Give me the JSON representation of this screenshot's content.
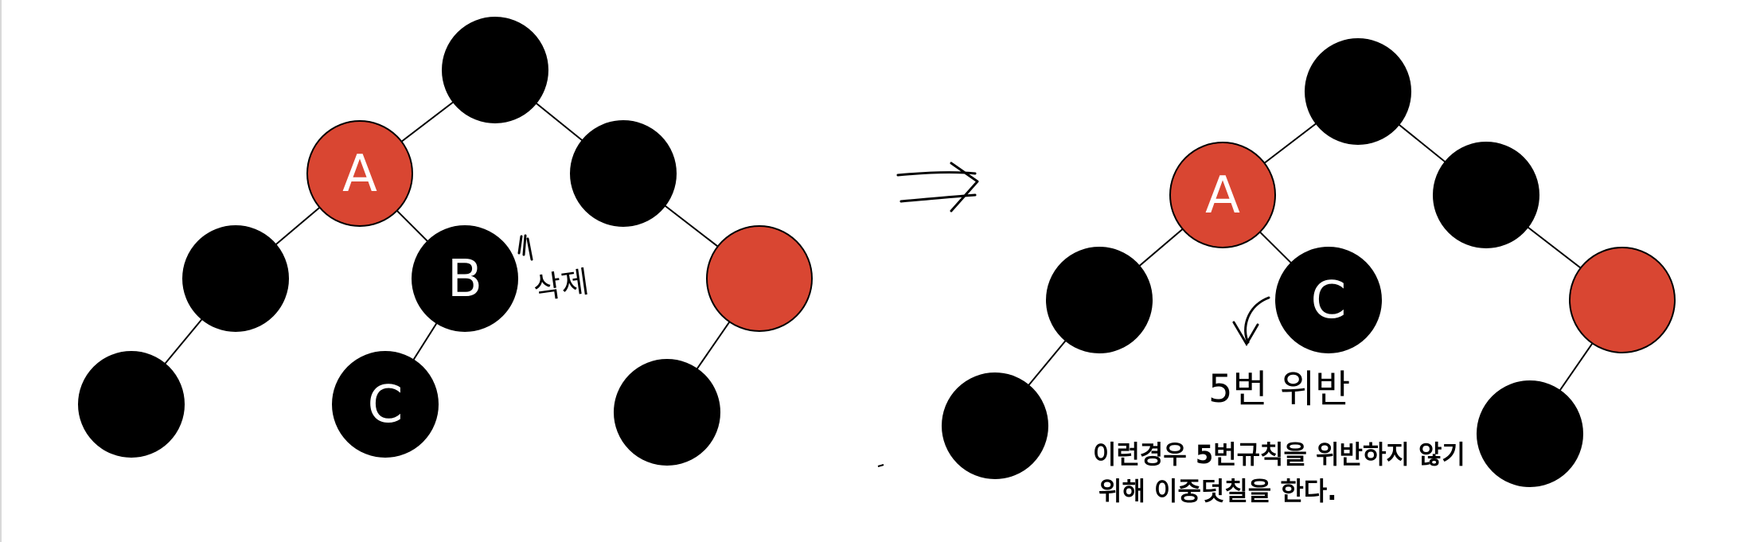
{
  "colors": {
    "red": "#d94632",
    "black": "#000000",
    "edge": "#000000",
    "label_on_dark": "#ffffff"
  },
  "labels": {
    "node_a": "A",
    "node_b": "B",
    "node_c": "C",
    "arrow": "⟹",
    "delete_note": "삭제",
    "violation_note": "5번 위반",
    "explanation_line1": "이런경우 5번규칙을 위반하지 않기",
    "explanation_line2": "위해 이중덧칠을 한다."
  },
  "trees": {
    "before": {
      "nodes": [
        {
          "id": "b-root",
          "color": "black",
          "label": ""
        },
        {
          "id": "b-a",
          "color": "red",
          "label": "A"
        },
        {
          "id": "b-right",
          "color": "black",
          "label": ""
        },
        {
          "id": "b-a-left",
          "color": "black",
          "label": ""
        },
        {
          "id": "b-b",
          "color": "black",
          "label": "B"
        },
        {
          "id": "b-right-red",
          "color": "red",
          "label": ""
        },
        {
          "id": "b-a-left-left",
          "color": "black",
          "label": ""
        },
        {
          "id": "b-c",
          "color": "black",
          "label": "C"
        },
        {
          "id": "b-red-left",
          "color": "black",
          "label": ""
        }
      ]
    },
    "after": {
      "nodes": [
        {
          "id": "a-root",
          "color": "black",
          "label": ""
        },
        {
          "id": "a-a",
          "color": "red",
          "label": "A"
        },
        {
          "id": "a-right",
          "color": "black",
          "label": ""
        },
        {
          "id": "a-a-left",
          "color": "black",
          "label": ""
        },
        {
          "id": "a-c",
          "color": "black",
          "label": "C"
        },
        {
          "id": "a-right-red",
          "color": "red",
          "label": ""
        },
        {
          "id": "a-a-left-left",
          "color": "black",
          "label": ""
        },
        {
          "id": "a-red-left",
          "color": "black",
          "label": ""
        }
      ]
    }
  }
}
